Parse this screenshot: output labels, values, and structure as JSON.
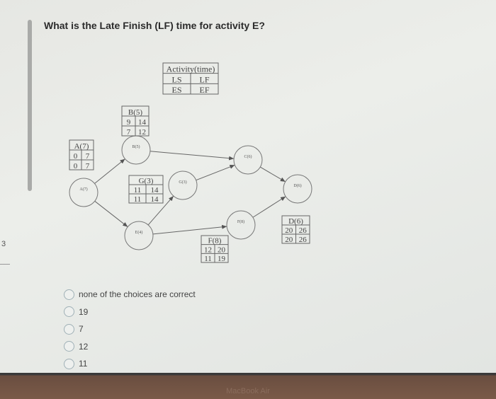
{
  "question": "What is the Late Finish (LF) time for activity E?",
  "edge_marker": "3",
  "legend": {
    "title": "Activity(time)",
    "ls": "LS",
    "lf": "LF",
    "es": "ES",
    "ef": "EF"
  },
  "nodes": {
    "A": "A(7)",
    "B": "B(5)",
    "C": "C(6)",
    "D": "D(6)",
    "E": "E(4)",
    "F": "F(8)",
    "G": "G(3)"
  },
  "tables": {
    "A": {
      "title": "A(7)",
      "ls": "0",
      "lf": "7",
      "es": "0",
      "ef": "7"
    },
    "B": {
      "title": "B(5)",
      "ls": "9",
      "lf": "14",
      "es": "7",
      "ef": "12"
    },
    "G": {
      "title": "G(3)",
      "ls": "11",
      "lf": "14",
      "es": "11",
      "ef": "14"
    },
    "F": {
      "title": "F(8)",
      "ls": "12",
      "lf": "20",
      "es": "11",
      "ef": "19"
    },
    "D": {
      "title": "D(6)",
      "ls": "20",
      "lf": "26",
      "es": "20",
      "ef": "26"
    }
  },
  "edges": [
    [
      "A",
      "B"
    ],
    [
      "A",
      "E"
    ],
    [
      "B",
      "C"
    ],
    [
      "E",
      "G"
    ],
    [
      "G",
      "C"
    ],
    [
      "E",
      "F"
    ],
    [
      "C",
      "D"
    ],
    [
      "F",
      "D"
    ]
  ],
  "choices": [
    "none of the choices are correct",
    "19",
    "7",
    "12",
    "11"
  ],
  "device_brand": "MacBook Air"
}
